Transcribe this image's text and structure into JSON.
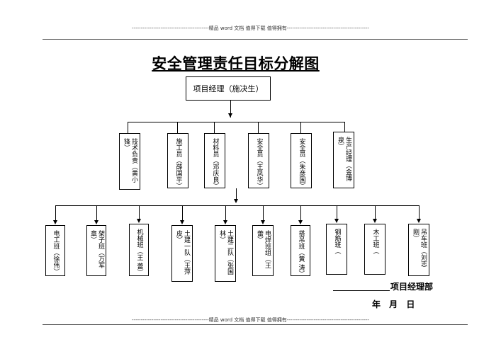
{
  "header_text": "-------------------------------------------精品 word 文档  值得下载  值得拥有----------------------------------------------",
  "footer_text": "-------------------------------------------精品 word 文档  值得下载  值得拥有----------------------------------------------",
  "title": "安全管理责任目标分解图",
  "project_manager": "项目经理（施决生）",
  "row1": [
    "技术负责（黄小锋）",
    "施工员（薛国平）",
    "材料员（邓庆良）",
    "安全员（王凤华）",
    "安全员（朱彦国）",
    "生产经理（金博泉）"
  ],
  "row2": [
    "电工班（徐伟）",
    "架子班（万军章）",
    "机械班（王 蕾）",
    "土建一队（王萍皮）",
    "土建二队（张国林）",
    "电焊班组（王 蕾）",
    "搭吊班（黄 涛）",
    "钢筋班（",
    "木工班（",
    "吊车班（刘志刚）"
  ],
  "signature_label": "项目经理部",
  "date_label": "年 月 日"
}
